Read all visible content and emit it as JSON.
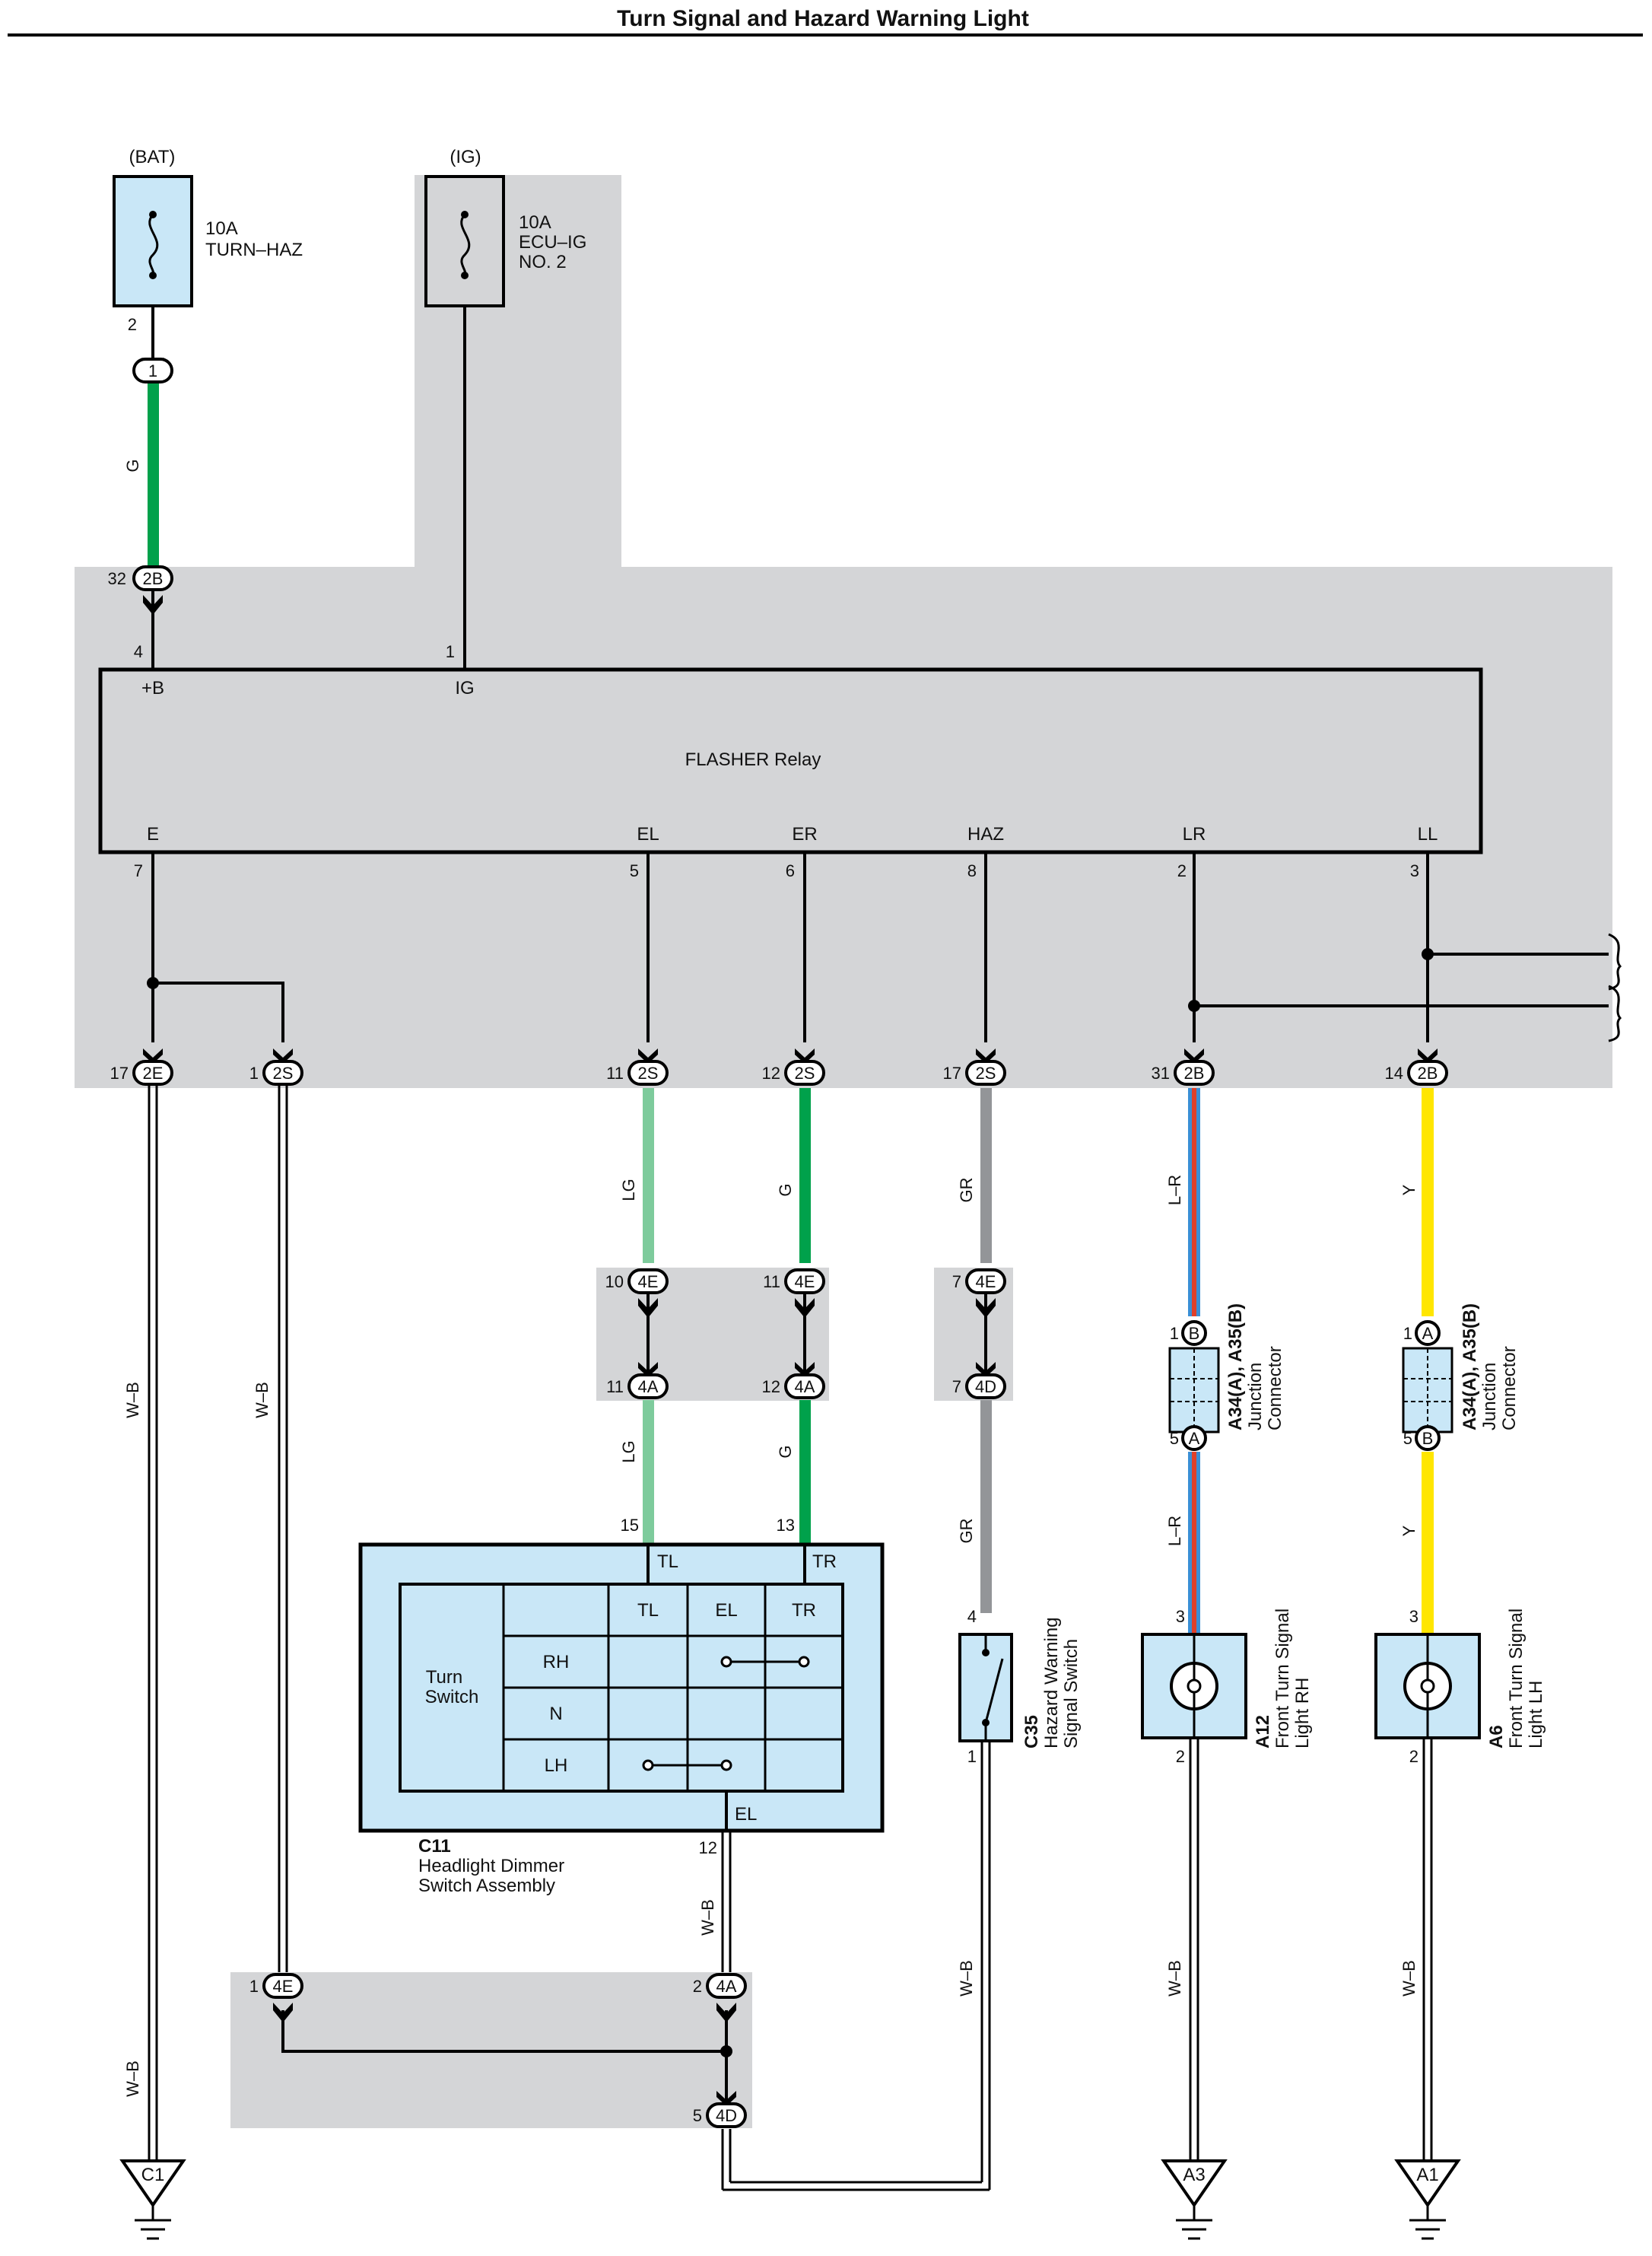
{
  "title": "Turn Signal and Hazard Warning Light",
  "colors": {
    "shade": "#d4d5d7",
    "component_fill": "#c9e7f7",
    "green": "#00a14b",
    "light_green": "#7ecb9c",
    "gray": "#939598",
    "yellow": "#ffe600",
    "blue": "#3a8fd6",
    "red": "#e0402a"
  },
  "fuses": [
    {
      "source": "(BAT)",
      "rating": "10A",
      "name": "TURN–HAZ",
      "name2": ""
    },
    {
      "source": "(IG)",
      "rating": "10A",
      "name": "ECU–IG",
      "name2": "NO. 2"
    }
  ],
  "flasher": {
    "name": "FLASHER Relay",
    "top_terms": [
      {
        "pin": "4",
        "label": "+B"
      },
      {
        "pin": "1",
        "label": "IG"
      }
    ],
    "bottom_terms": [
      {
        "pin": "7",
        "label": "E"
      },
      {
        "pin": "5",
        "label": "EL"
      },
      {
        "pin": "6",
        "label": "ER"
      },
      {
        "pin": "8",
        "label": "HAZ"
      },
      {
        "pin": "2",
        "label": "LR"
      },
      {
        "pin": "3",
        "label": "LL"
      }
    ]
  },
  "connectors": {
    "c1_top": {
      "id": "1",
      "pin": "2"
    },
    "c2b_top": {
      "id": "2B",
      "pin": "32"
    },
    "row1": [
      {
        "id": "2E",
        "pin": "17"
      },
      {
        "id": "2S",
        "pin": "1"
      },
      {
        "id": "2S",
        "pin": "11"
      },
      {
        "id": "2S",
        "pin": "12"
      },
      {
        "id": "2S",
        "pin": "17"
      },
      {
        "id": "2B",
        "pin": "31"
      },
      {
        "id": "2B",
        "pin": "14"
      }
    ],
    "row2": [
      {
        "id": "4E",
        "pin": "10"
      },
      {
        "id": "4E",
        "pin": "11"
      },
      {
        "id": "4E",
        "pin": "7"
      }
    ],
    "row3": [
      {
        "id": "4A",
        "pin": "11"
      },
      {
        "id": "4A",
        "pin": "12"
      },
      {
        "id": "4D",
        "pin": "7"
      }
    ],
    "bottom": [
      {
        "id": "4E",
        "pin": "1"
      },
      {
        "id": "4A",
        "pin": "2"
      },
      {
        "id": "4D",
        "pin": "5"
      }
    ]
  },
  "wire_labels": {
    "g_top": "G",
    "wb": "W–B",
    "lg": "LG",
    "g": "G",
    "gr": "GR",
    "lr": "L–R",
    "y": "Y"
  },
  "junction": {
    "rh": {
      "top_id": "B",
      "top_pin": "1",
      "bot_id": "A",
      "bot_pin": "5"
    },
    "lh": {
      "top_id": "A",
      "top_pin": "1",
      "bot_id": "B",
      "bot_pin": "5"
    },
    "code": "A34(A), A35(B)",
    "name1": "Junction",
    "name2": "Connector"
  },
  "turn_switch": {
    "code": "C11",
    "name1": "Headlight Dimmer",
    "name2": "Switch Assembly",
    "inner": "Turn",
    "inner2": "Switch",
    "term_tl": "TL",
    "term_tr": "TR",
    "term_el": "EL",
    "pin_tl": "15",
    "pin_tr": "13",
    "pin_el": "12",
    "cols": [
      "TL",
      "EL",
      "TR"
    ],
    "rows": [
      "RH",
      "N",
      "LH"
    ]
  },
  "hazard_switch": {
    "code": "C35",
    "name1": "Hazard Warning",
    "name2": "Signal Switch",
    "pin_top": "4",
    "pin_bot": "1"
  },
  "lamp_rh": {
    "code": "A12",
    "name1": "Front Turn Signal",
    "name2": "Light RH",
    "pin_top": "3",
    "pin_bot": "2"
  },
  "lamp_lh": {
    "code": "A6",
    "name1": "Front Turn Signal",
    "name2": "Light LH",
    "pin_top": "3",
    "pin_bot": "2"
  },
  "grounds": [
    "C1",
    "A3",
    "A1"
  ]
}
